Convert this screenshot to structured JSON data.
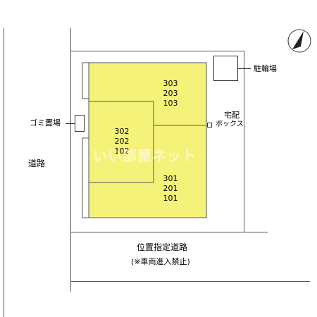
{
  "labels": {
    "bicycle_parking": "駐輪場",
    "garbage": "ゴミ置場",
    "delivery_box_line1": "宅配",
    "delivery_box_line2": "ボックス",
    "road": "道路",
    "designated_road": "位置指定道路",
    "no_vehicle": "(※車両進入禁止)"
  },
  "units": {
    "north_block": [
      "303",
      "203",
      "103"
    ],
    "west_block": [
      "302",
      "202",
      "102"
    ],
    "south_block": [
      "301",
      "201",
      "101"
    ]
  },
  "watermark": "いい部屋ネット",
  "colors": {
    "building_fill": "#f5f27a",
    "building_outline": "#555555"
  }
}
